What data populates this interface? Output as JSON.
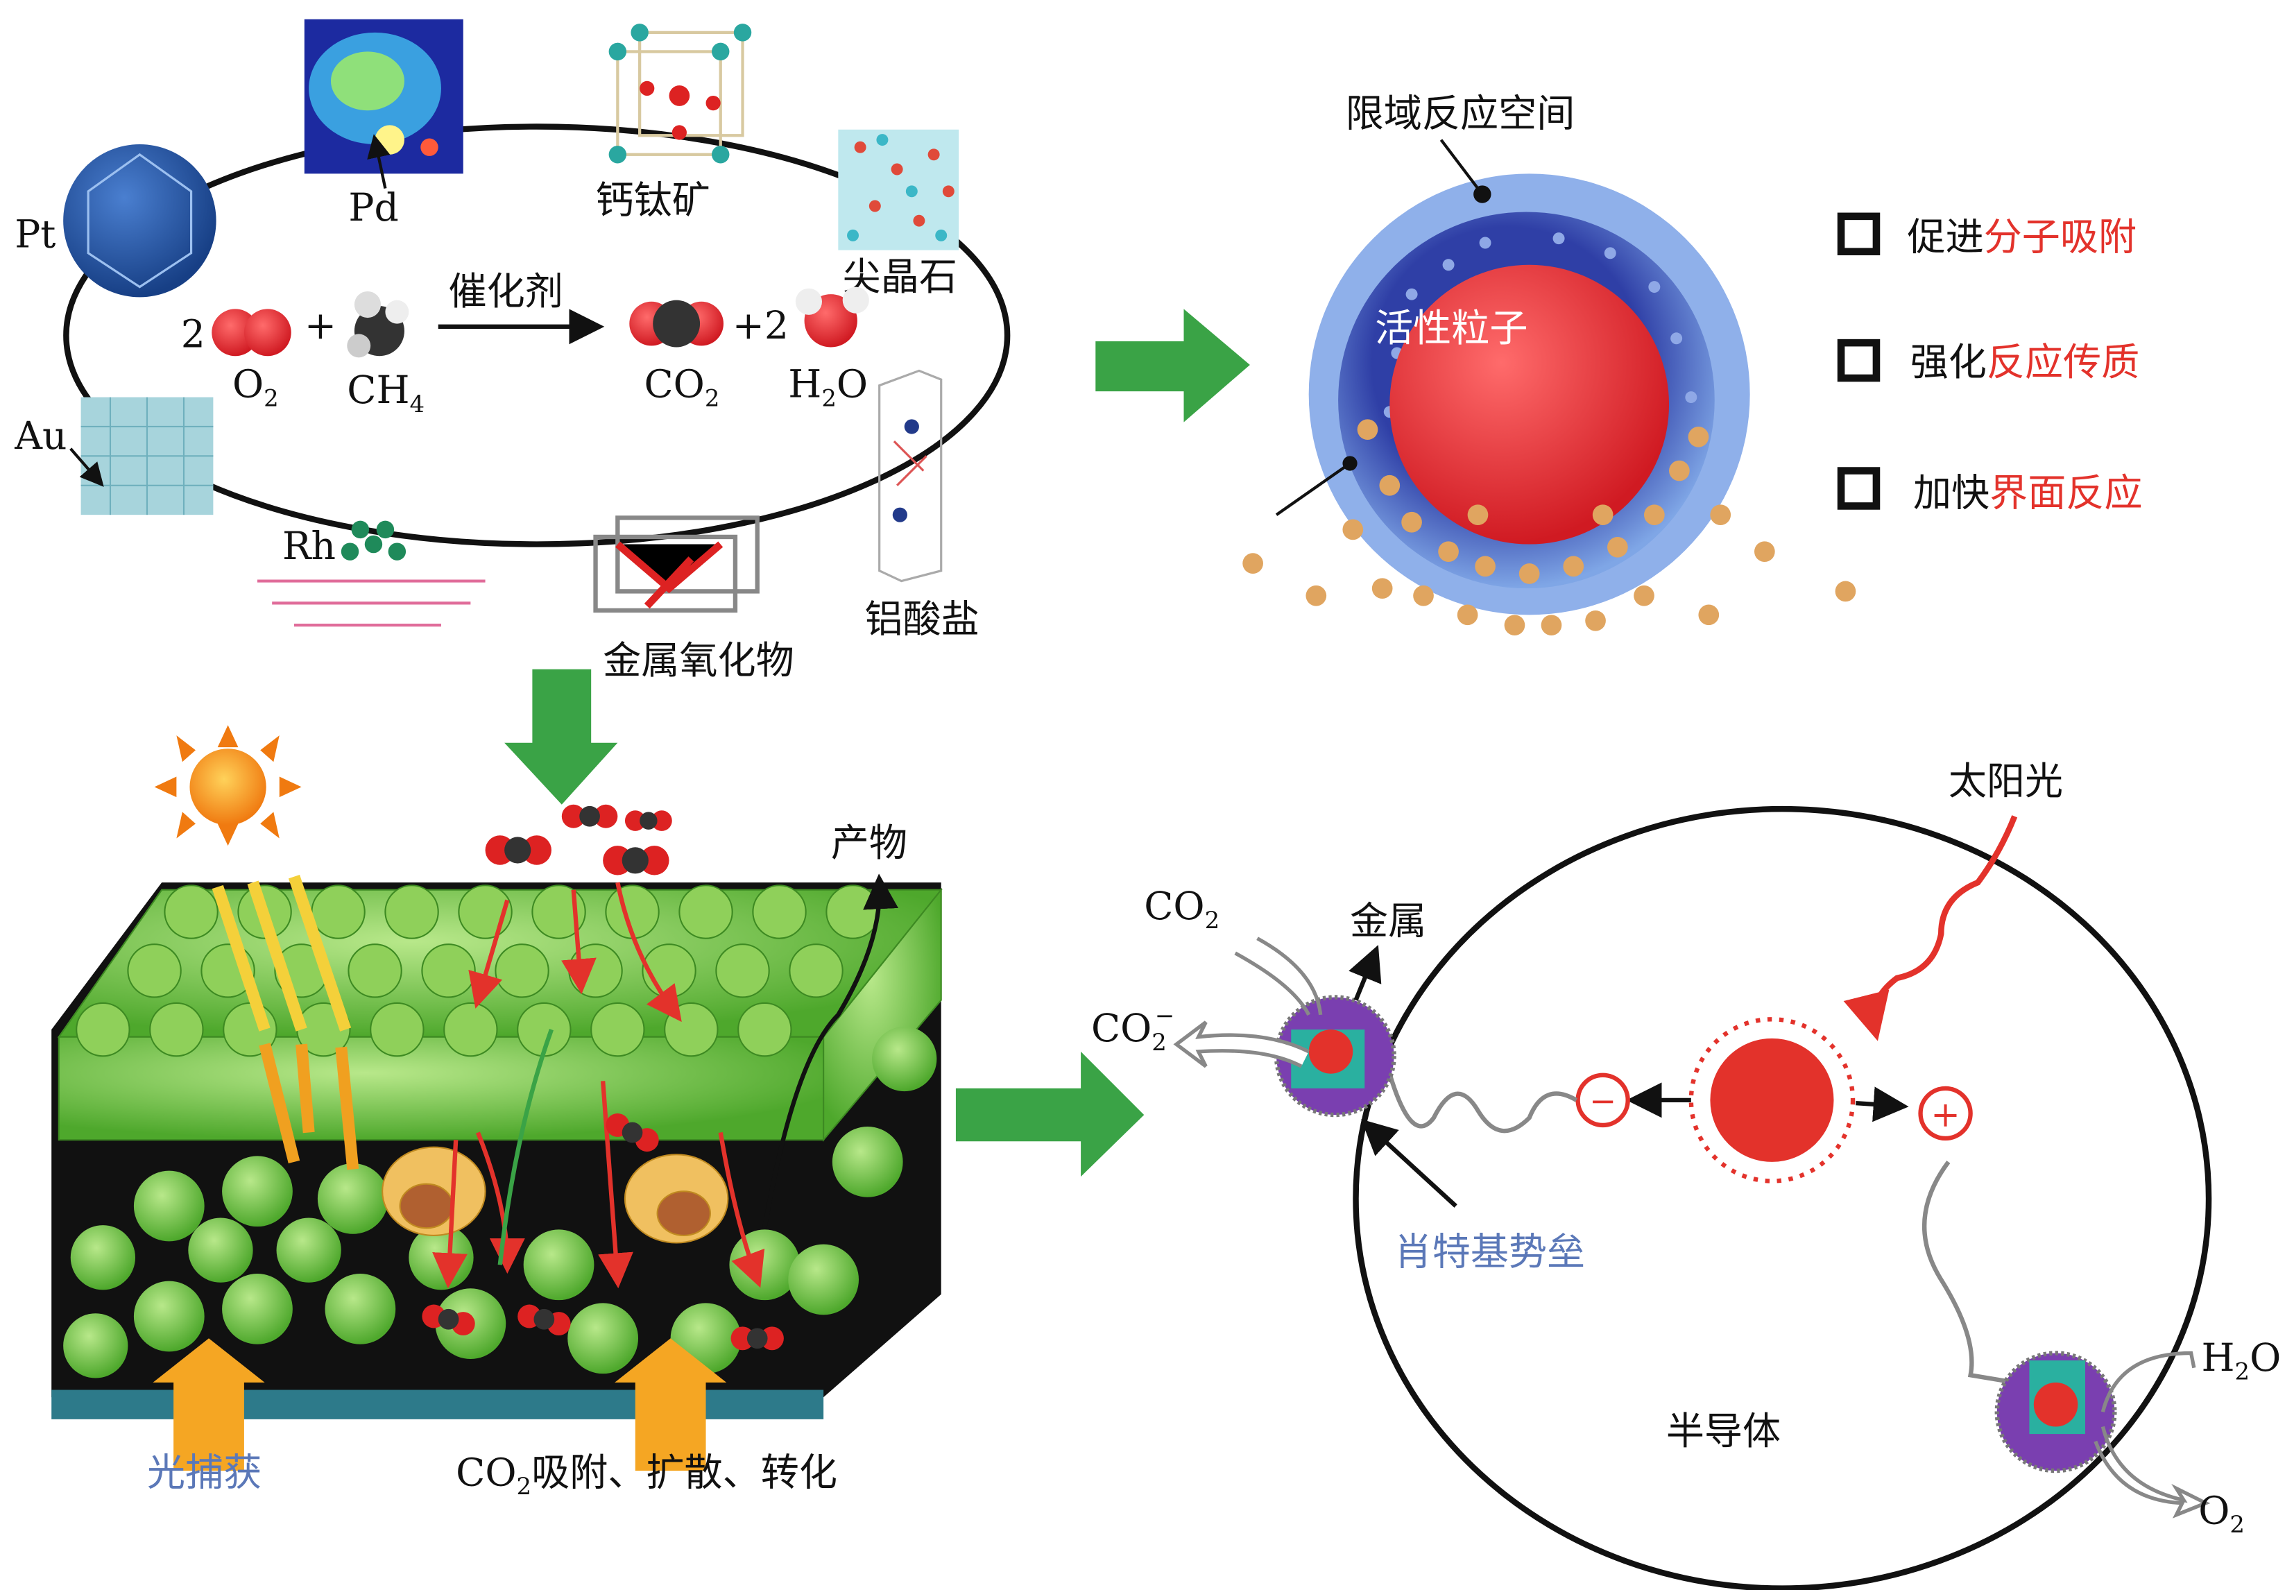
{
  "catalysts": {
    "pt": "Pt",
    "pd": "Pd",
    "perovskite": "钙钛矿",
    "spinel": "尖晶石",
    "au": "Au",
    "rh": "Rh",
    "metal_oxide": "金属氧化物",
    "aluminate": "铝酸盐",
    "catalyst": "催化剂"
  },
  "equation": {
    "coef_o2": "2",
    "plus": "+",
    "coef_h2o": "+2",
    "o2": "O",
    "o2_sub": "2",
    "ch4": "CH",
    "ch4_sub": "4",
    "co2": "CO",
    "co2_sub": "2",
    "h2o_h": "H",
    "h2o_sub": "2",
    "h2o_o": "O"
  },
  "confined": {
    "space": "限域反应空间",
    "particle": "活性粒子",
    "benefits": [
      {
        "black": "促进",
        "red": "分子吸附"
      },
      {
        "black": "强化",
        "red": "反应传质"
      },
      {
        "black": "加快",
        "red": "界面反应"
      }
    ]
  },
  "array": {
    "product": "产物",
    "light": "光捕获",
    "co2": "CO",
    "co2_sub": "2",
    "process": "吸附、扩散、转化"
  },
  "photo": {
    "sunlight": "太阳光",
    "metal": "金属",
    "co2": "CO",
    "co2_sub": "2",
    "co2m": "CO",
    "co2m_sub": "2",
    "co2m_sup": "−",
    "schottky": "肖特基势垒",
    "semiconductor": "半导体",
    "h2o_h": "H",
    "h2o_sub": "2",
    "h2o_o": "O",
    "o2": "O",
    "o2_sub": "2",
    "minus": "−",
    "plus": "+"
  },
  "colors": {
    "arrow_green": "#3aa346",
    "accent_red": "#e3322b",
    "blue_text": "#5b78b8",
    "shell_blue": "#3b57b8"
  }
}
